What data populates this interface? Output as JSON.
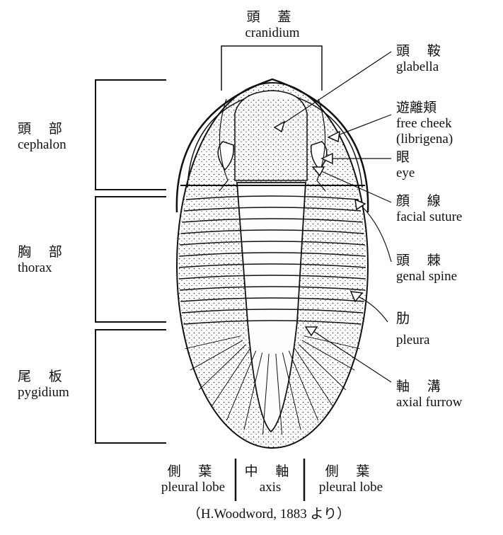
{
  "title_label": {
    "jp": "頭 蓋",
    "en": "cranidium"
  },
  "left_labels": [
    {
      "jp": "頭 部",
      "en": "cephalon"
    },
    {
      "jp": "胸 部",
      "en": "thorax"
    },
    {
      "jp": "尾 板",
      "en": "pygidium"
    }
  ],
  "right_labels": [
    {
      "jp": "頭 鞍",
      "en": "glabella"
    },
    {
      "jp": "遊離頬",
      "en": "free cheek",
      "en2": "(librigena)"
    },
    {
      "jp": "眼",
      "en": "eye"
    },
    {
      "jp": "顔 線",
      "en": "facial suture"
    },
    {
      "jp": "頭 棘",
      "en": "genal spine"
    },
    {
      "jp": "肋",
      "en": "pleura"
    },
    {
      "jp": "軸 溝",
      "en": "axial furrow"
    }
  ],
  "bottom_labels": [
    {
      "jp": "側 葉",
      "en": "pleural lobe"
    },
    {
      "jp": "中 軸",
      "en": "axis"
    },
    {
      "jp": "側 葉",
      "en": "pleural lobe"
    }
  ],
  "credit": "（H.Woodword, 1883 より）"
}
